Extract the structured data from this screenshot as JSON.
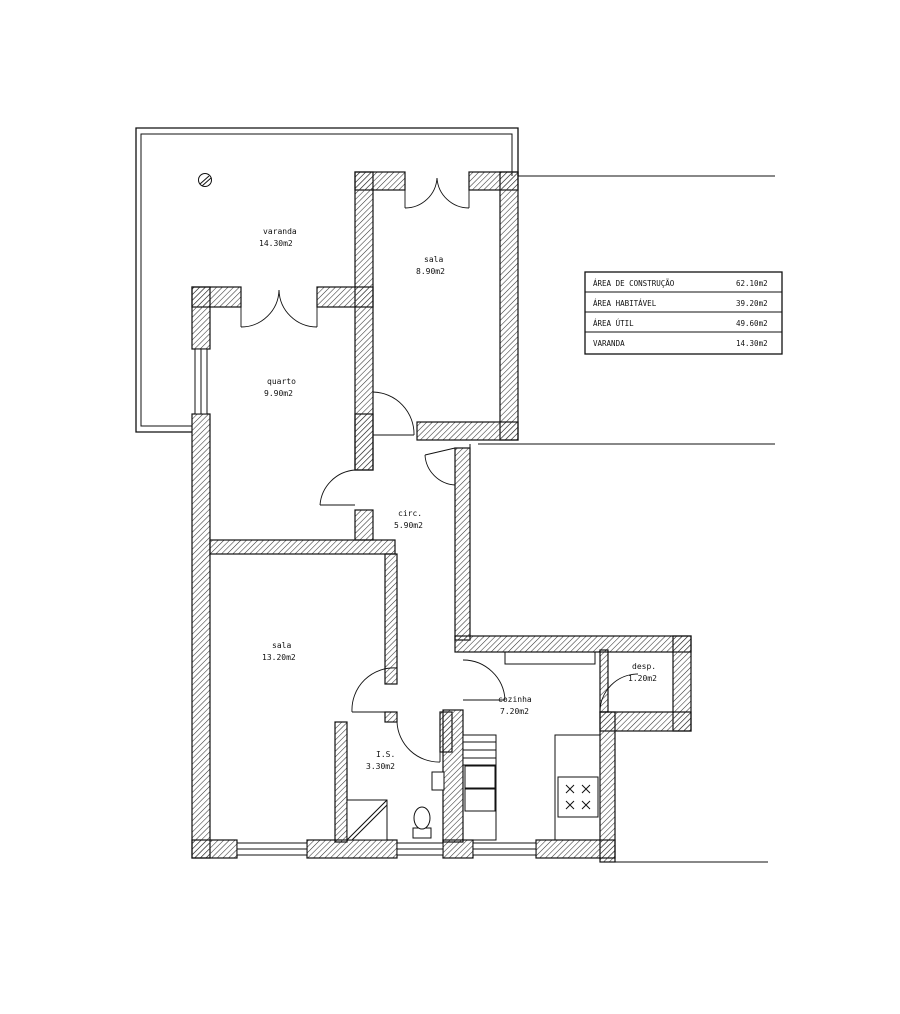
{
  "rooms": [
    {
      "id": "varanda",
      "name": "varanda",
      "area": "14.30m2"
    },
    {
      "id": "sala-top",
      "name": "sala",
      "area": "8.90m2"
    },
    {
      "id": "quarto",
      "name": "quarto",
      "area": "9.90m2"
    },
    {
      "id": "circ",
      "name": "circ.",
      "area": "5.90m2"
    },
    {
      "id": "sala-main",
      "name": "sala",
      "area": "13.20m2"
    },
    {
      "id": "cozinha",
      "name": "cozinha",
      "area": "7.20m2"
    },
    {
      "id": "desp",
      "name": "desp.",
      "area": "1.20m2"
    },
    {
      "id": "is",
      "name": "I.S.",
      "area": "3.30m2"
    }
  ],
  "area_table": [
    {
      "label": "ÁREA DE CONSTRUÇÃO",
      "value": "62.10m2"
    },
    {
      "label": "ÁREA HABITÁVEL",
      "value": "39.20m2"
    },
    {
      "label": "ÁREA ÚTIL",
      "value": "49.60m2"
    },
    {
      "label": "VARANDA",
      "value": "14.30m2"
    }
  ]
}
